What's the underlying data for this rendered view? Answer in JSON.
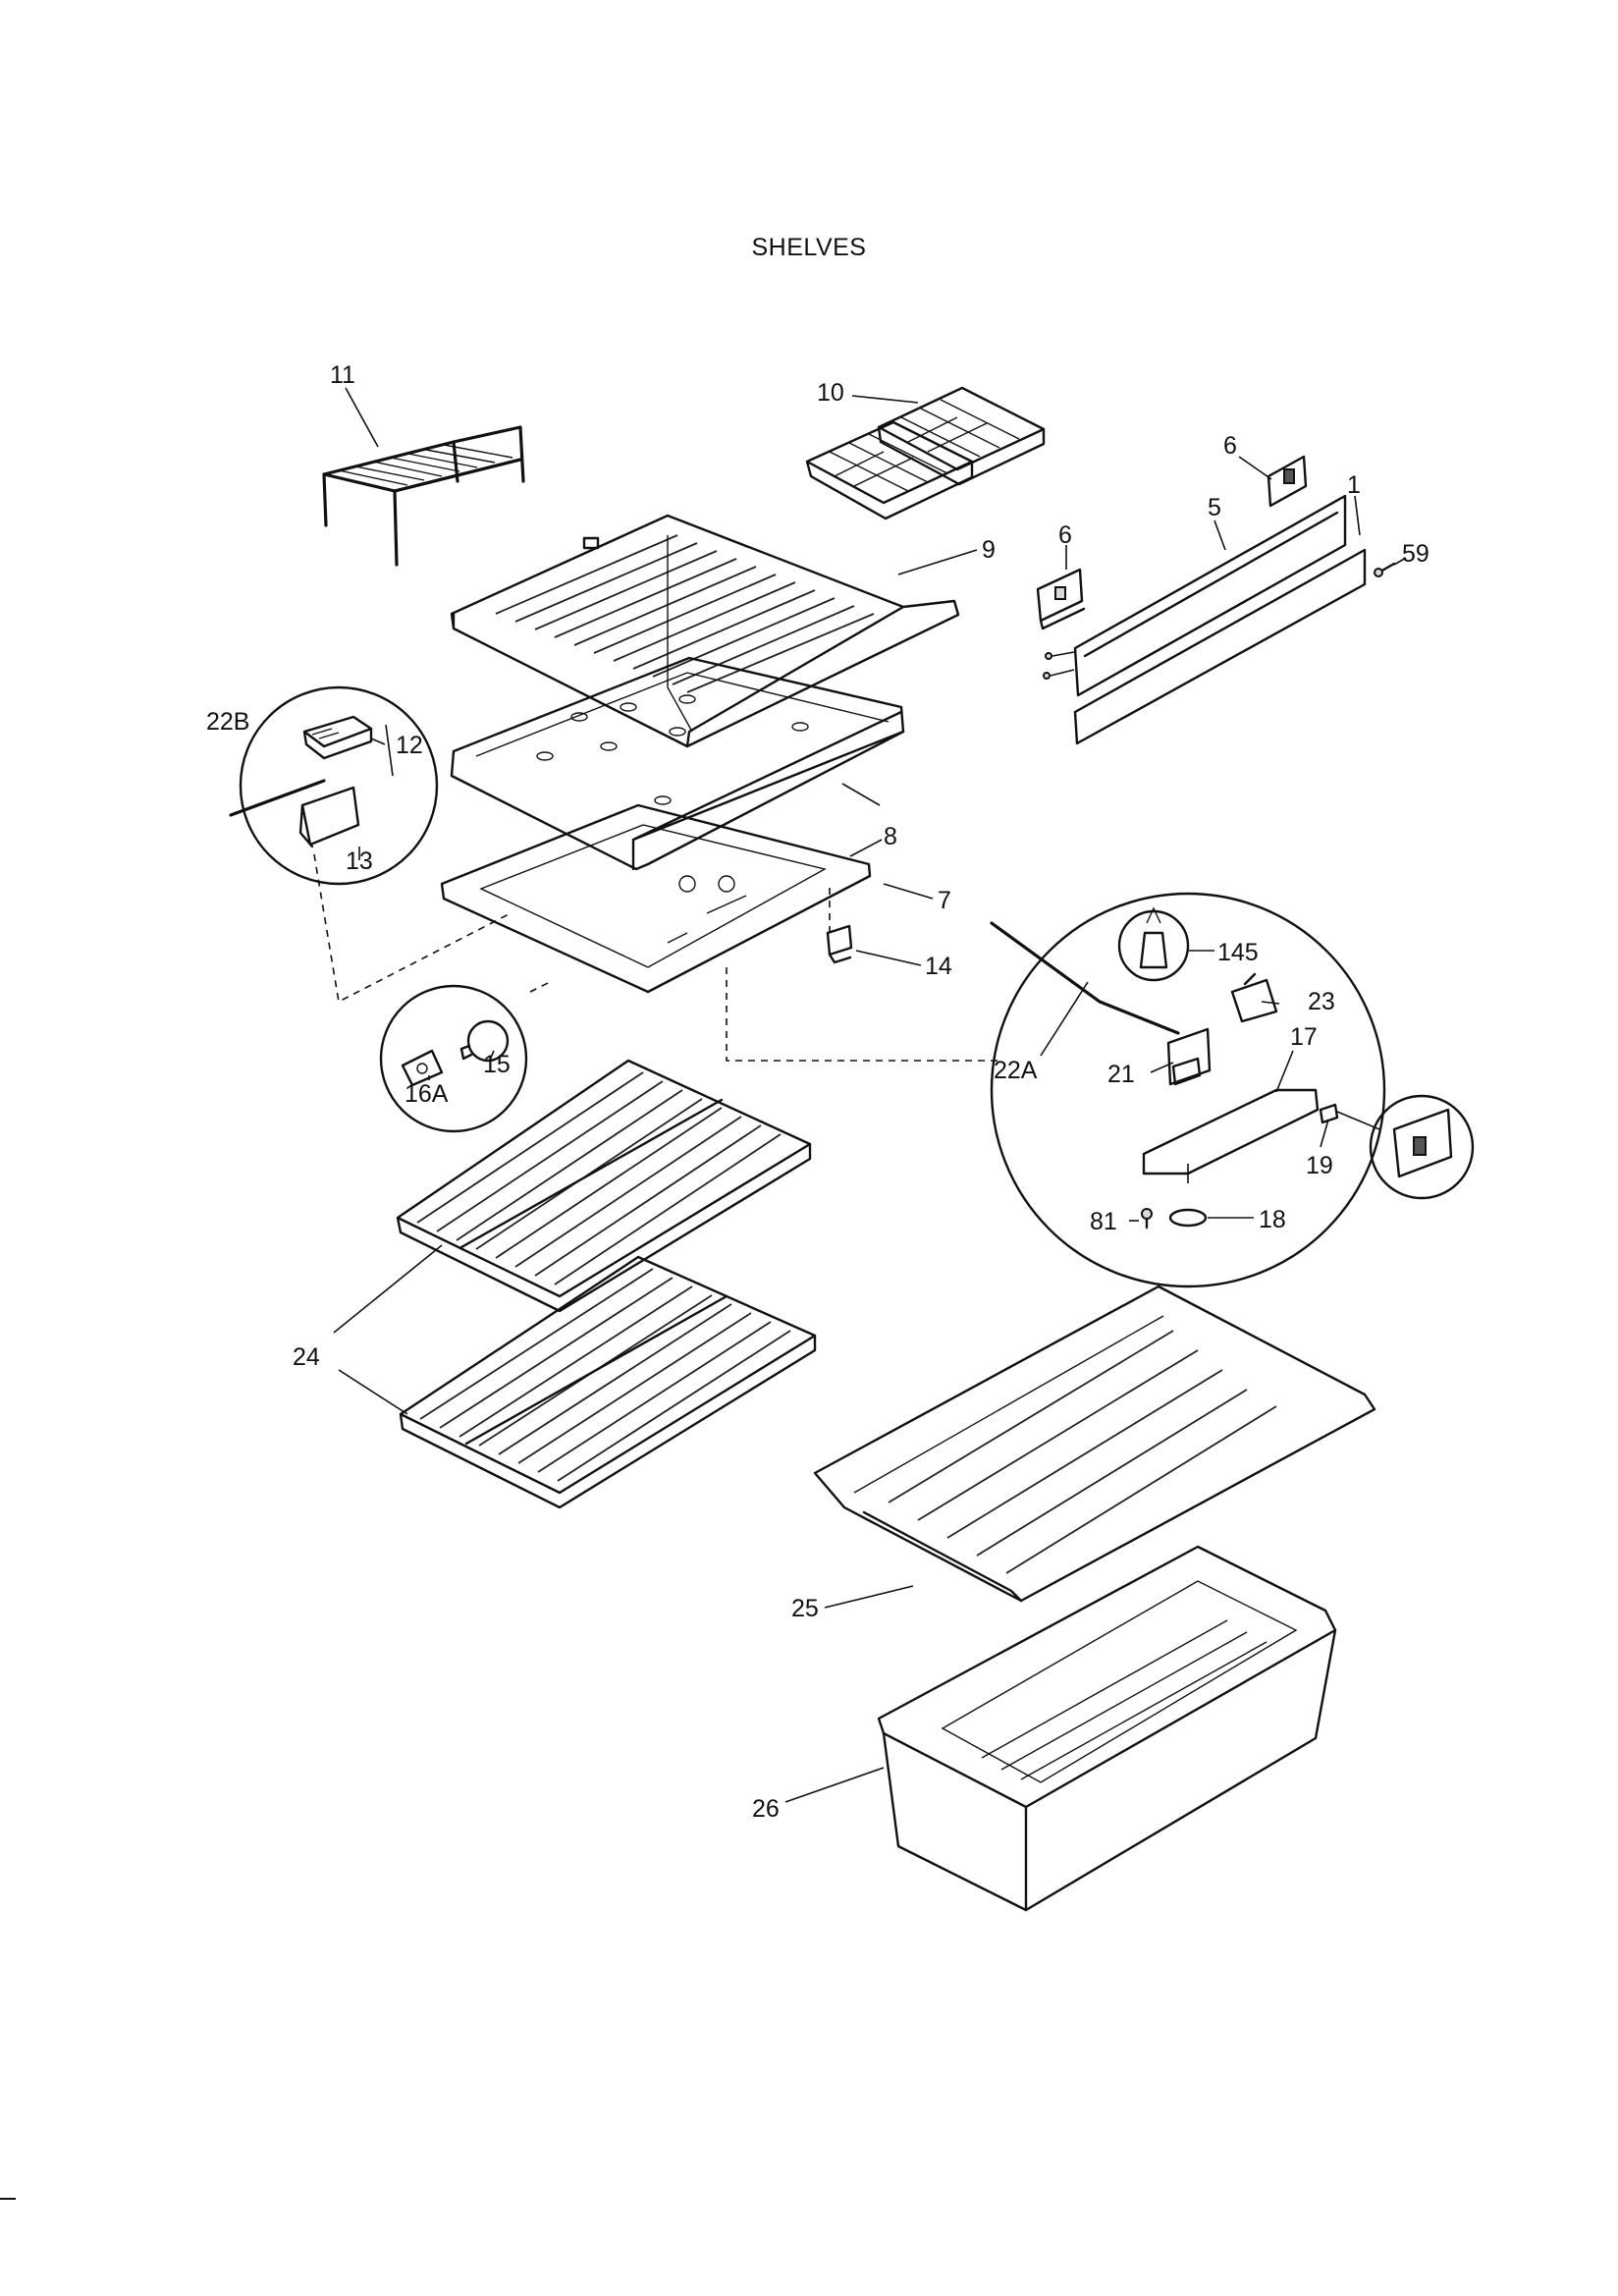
{
  "title": "SHELVES",
  "callouts": {
    "c11": "11",
    "c10": "10",
    "c6a": "6",
    "c6b": "6",
    "c5": "5",
    "c1": "1",
    "c59": "59",
    "c9": "9",
    "c22B": "22B",
    "c12": "12",
    "c13": "13",
    "c8": "8",
    "c7": "7",
    "c14": "14",
    "c15": "15",
    "c16A": "16A",
    "c145": "145",
    "c23": "23",
    "c17": "17",
    "c22A": "22A",
    "c21": "21",
    "c19": "19",
    "c81": "81",
    "c18": "18",
    "c24": "24",
    "c25": "25",
    "c26": "26"
  }
}
